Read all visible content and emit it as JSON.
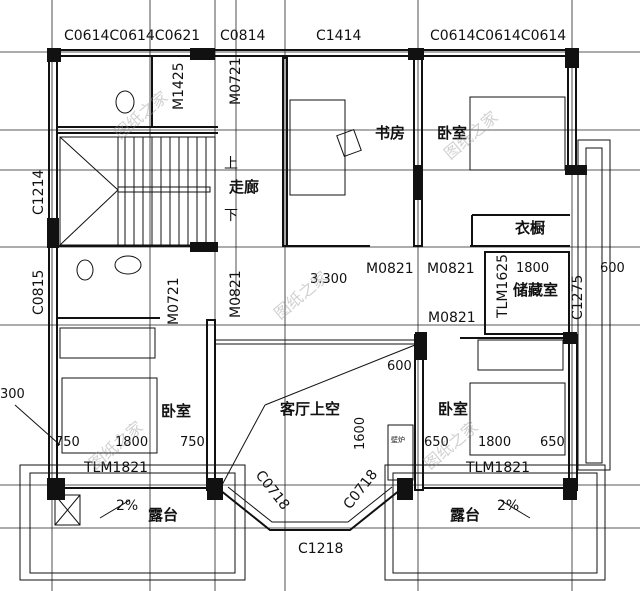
{
  "plan": {
    "windows_top": [
      "C0614C0614C0621",
      "C0814",
      "C1414",
      "C0614C0614C0614"
    ],
    "windows_left": [
      "C1214",
      "C0815"
    ],
    "windows_bay": [
      "C0718",
      "C0718",
      "C1218"
    ],
    "doors": {
      "m1425": "M1425",
      "m0721_top": "M0721",
      "m0721_mid": "M0721",
      "m0821_mid": "M0821",
      "m0821_study": "M0821",
      "m0821_bed": "M0821",
      "m0821_right": "M0821",
      "tlm1625": "TLM1625",
      "c1275": "C1275",
      "tlm1821_left": "TLM1821",
      "tlm1821_right": "TLM1821"
    },
    "rooms": {
      "corridor": "走廊",
      "stair_up": "上",
      "stair_down": "下",
      "study": "书房",
      "bedroom_top_right": "卧室",
      "wardrobe": "衣橱",
      "storage": "储藏室",
      "bedroom_left": "卧室",
      "living_void": "客厅上空",
      "bedroom_right": "卧室",
      "fireplace": "壁炉",
      "terrace_left": "露台",
      "terrace_right": "露台"
    },
    "dimensions": {
      "elevation": "3.300",
      "storage_width": "1800",
      "right_600": "600",
      "mid_600": "600",
      "height_1600": "1600",
      "left_300": "300",
      "left_750a": "750",
      "left_1800": "1800",
      "left_750b": "750",
      "right_650a": "650",
      "right_1800": "1800",
      "right_650b": "650"
    },
    "slopes": [
      "2%",
      "2%"
    ],
    "watermark": "图纸之家"
  }
}
